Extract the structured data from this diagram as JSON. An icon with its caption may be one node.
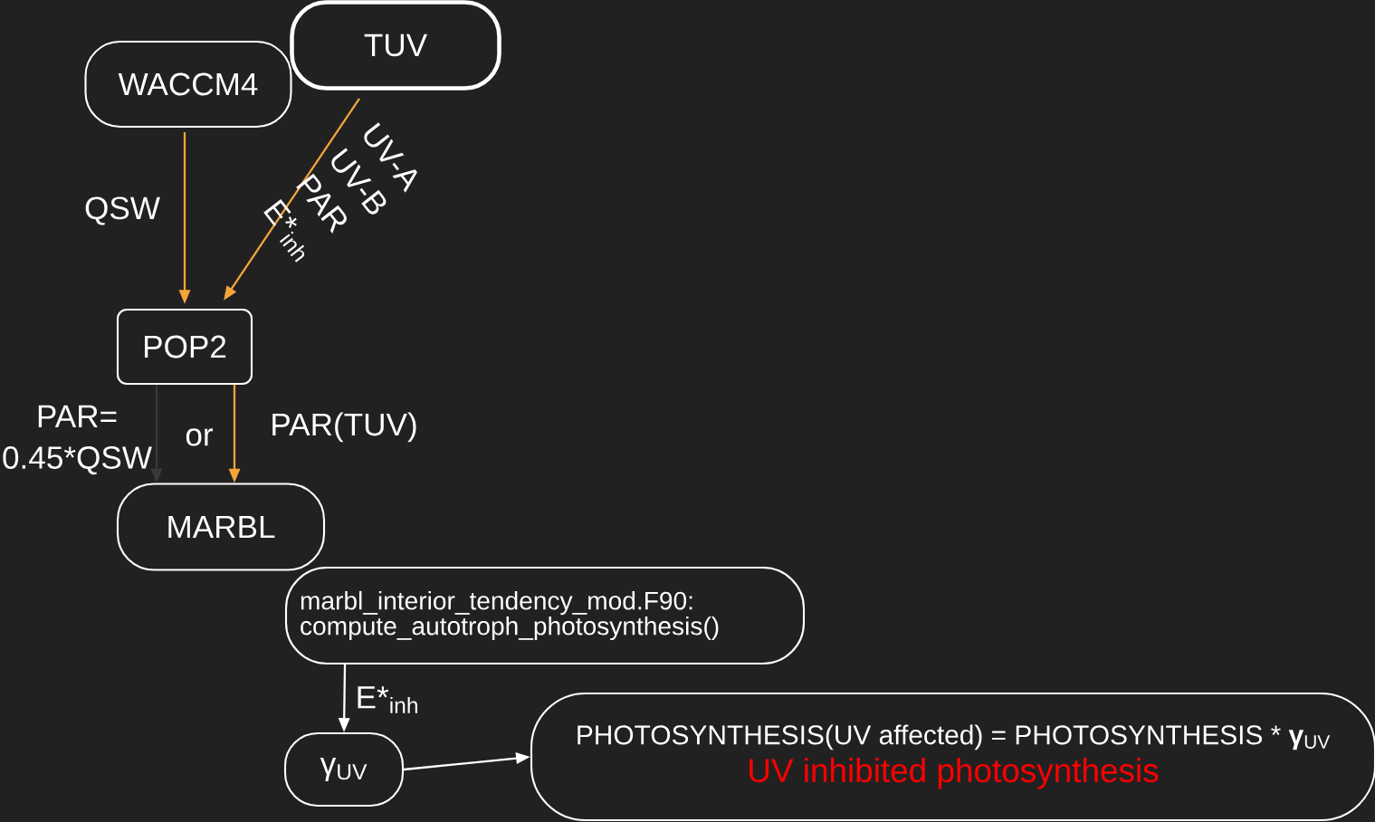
{
  "diagram": {
    "nodes": [
      {
        "text": [
          "WACCM4"
        ]
      },
      {
        "text": [
          "TUV"
        ]
      },
      {
        "text": [
          "POP2"
        ]
      },
      {
        "text": [
          "MARBL"
        ]
      },
      {
        "text": [
          "marbl_interior_tendency_mod.F90: compute_autotroph_photosynthesis()"
        ]
      },
      {
        "text": [
          "γ$_{UV}$"
        ]
      },
      {
        "text": [
          "PHOTOSYNTHESIS(UV affected) = PHOTOSYNTHESIS * **γ**$_{UV}$",
          "UV inhibited photosynthesis"
        ]
      }
    ],
    "edges": [
      {
        "from": 0,
        "to": 2,
        "arrow": "to",
        "label": "QSW",
        "color": "#f4a53a"
      },
      {
        "from": 1,
        "to": 2,
        "arrow": "to",
        "label": "UV-A UV-B PAR E*$_{inh}$",
        "color": "#f4a53a"
      },
      {
        "from": 2,
        "to": 3,
        "arrow": "to",
        "label": "PAR= 0.45*QSW",
        "color": "#3a3a3a"
      },
      {
        "from": 2,
        "to": 3,
        "arrow": "to",
        "label": "PAR(TUV)",
        "color": "#f4a53a"
      },
      {
        "from": 4,
        "to": 5,
        "arrow": "to",
        "label": "E*$_{inh}$",
        "color": "#ffffff"
      },
      {
        "from": 5,
        "to": 6,
        "arrow": "to",
        "color": "#ffffff"
      }
    ],
    "labels": [
      "or"
    ]
  }
}
